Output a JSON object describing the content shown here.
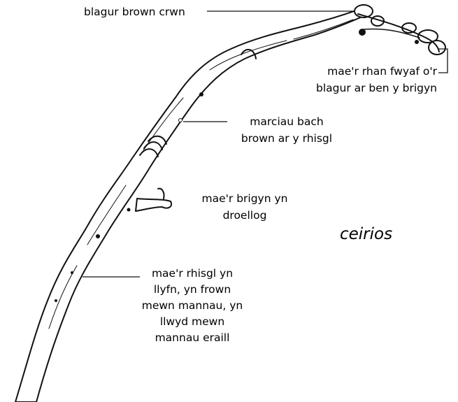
{
  "colors": {
    "ink": "#111111",
    "bark": "#ffffff",
    "background": "#ffffff"
  },
  "title": "ceirios",
  "labels": {
    "round_buds": "blagur brown crwn",
    "tip_buds": [
      "mae'r rhan fwyaf o'r",
      "blagur ar ben y brigyn"
    ],
    "brown_marks": [
      "marciau bach",
      "brown ar y rhisgl"
    ],
    "twisty_twig": [
      "mae'r brigyn yn",
      "droellog"
    ],
    "bark": [
      "mae'r rhisgl yn",
      "llyfn, yn frown",
      "mewn mannau, yn",
      "llwyd mewn",
      "mannau eraill"
    ]
  }
}
